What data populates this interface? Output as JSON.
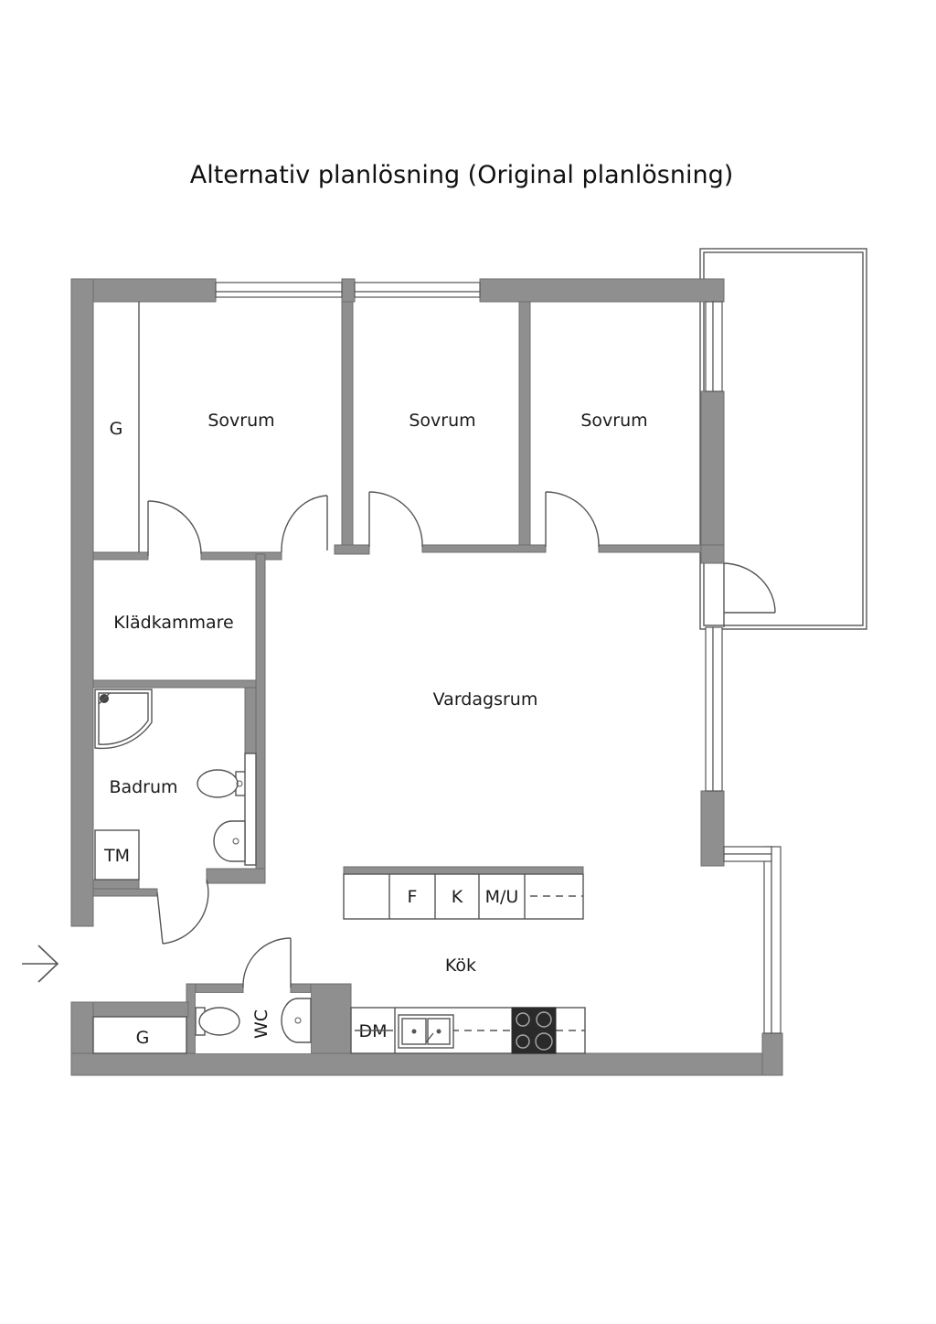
{
  "title": "Alternativ planlösning (Original planlösning)",
  "rooms": {
    "sovrum_1": "Sovrum",
    "sovrum_2": "Sovrum",
    "sovrum_3": "Sovrum",
    "kladkammare": "Klädkammare",
    "vardagsrum": "Vardagsrum",
    "badrum": "Badrum",
    "kok": "Kök"
  },
  "fixtures": {
    "garderob_sovrum": "G",
    "garderob_hall": "G",
    "tvattmaskin": "TM",
    "wc": "WC",
    "kyl": "F",
    "frys": "K",
    "mikro_ugn": "M/U",
    "diskmaskin": "DM"
  },
  "colors": {
    "wall": "#8f8f8f",
    "line": "#555555",
    "stove": "#2a2a2a"
  },
  "icons": [
    "entrance-arrow-icon",
    "stove-icon",
    "sink-icon",
    "toilet-icon",
    "washbasin-icon",
    "shower-icon"
  ]
}
